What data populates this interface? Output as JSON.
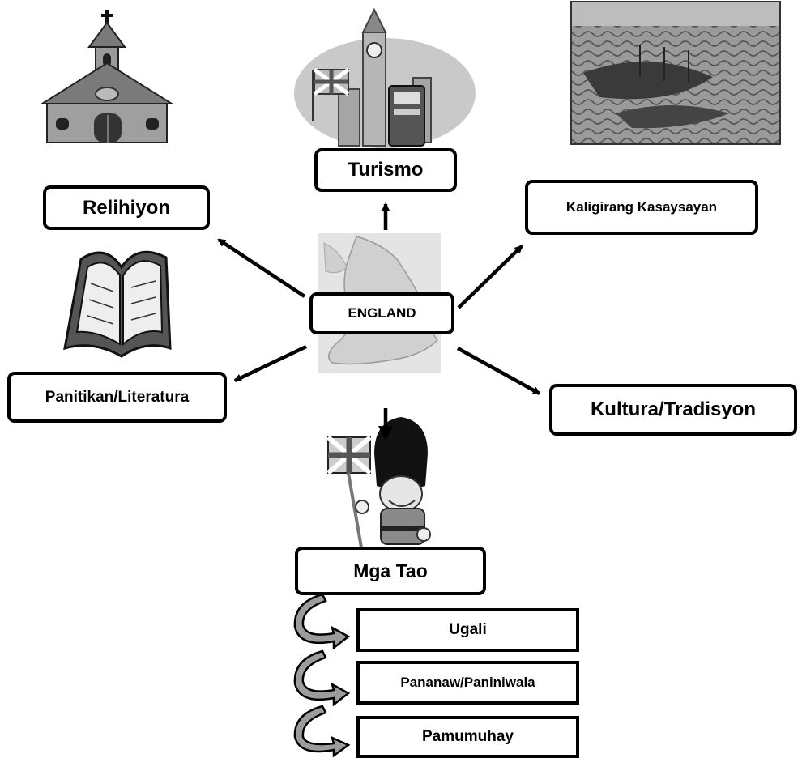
{
  "center": {
    "label": "ENGLAND"
  },
  "branches": {
    "turismo": "Turismo",
    "relihiyon": "Relihiyon",
    "kasaysayan": "Kaligirang Kasaysayan",
    "panitikan": "Panitikan/Literatura",
    "kultura": "Kultura/Tradisyon",
    "mga_tao": "Mga Tao"
  },
  "sub_items": [
    "Ugali",
    "Pananaw/Paniniwala",
    "Pamumuhay"
  ],
  "illustrations": {
    "church": "church-illustration",
    "london": "london-landmarks-illustration",
    "armada": "armada-engraving",
    "book": "open-book-illustration",
    "map": "england-map",
    "guard": "royal-guard-illustration"
  },
  "colors": {
    "stroke": "#000000",
    "box_fill": "#ffffff"
  }
}
